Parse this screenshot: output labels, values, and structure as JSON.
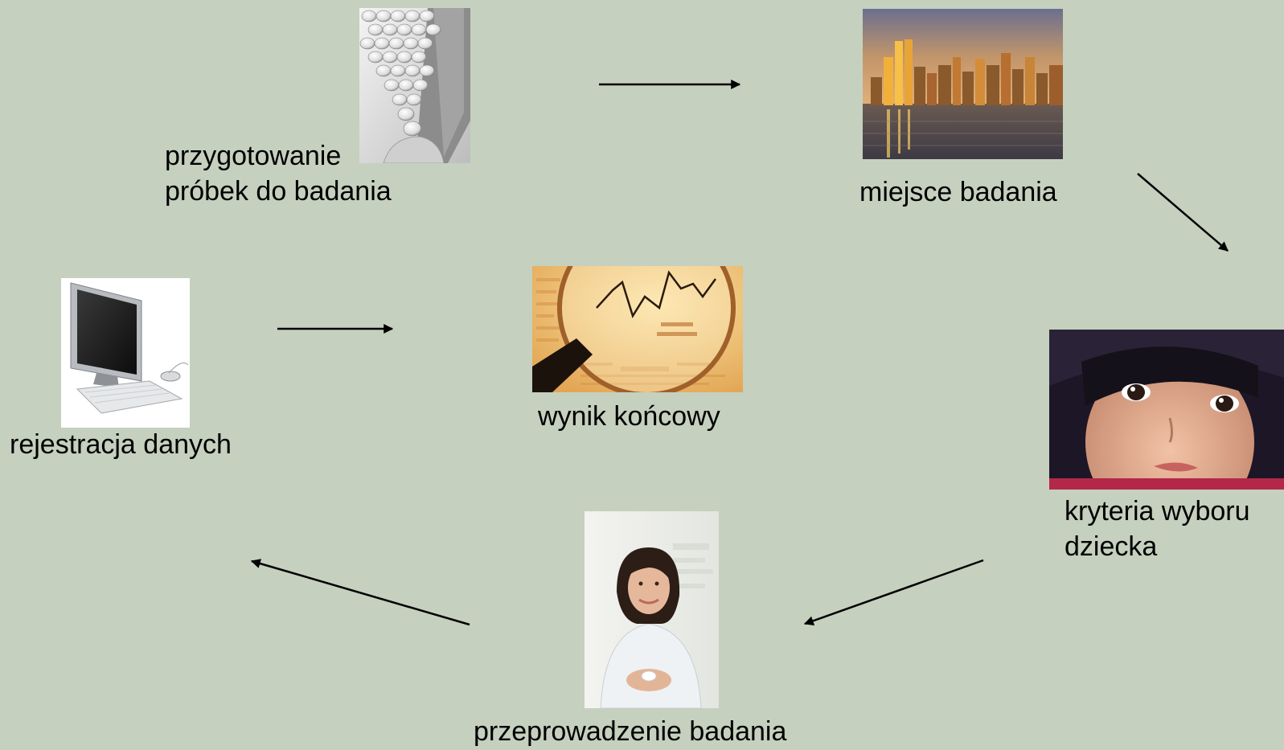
{
  "nodes": {
    "sample_prep": {
      "label_line1": "przygotowanie",
      "label_line2": "próbek do badania",
      "icon": "pills-icon"
    },
    "study_site": {
      "label": "miejsce badania",
      "icon": "city-skyline-icon"
    },
    "selection_criteria": {
      "label_line1": "kryteria wyboru",
      "label_line2": "dziecka",
      "icon": "child-portrait-icon"
    },
    "conduct_study": {
      "label": "przeprowadzenie badania",
      "icon": "doctor-portrait-icon"
    },
    "data_registration": {
      "label": "rejestracja danych",
      "icon": "computer-icon"
    },
    "final_result": {
      "label": "wynik końcowy",
      "icon": "magnifier-chart-icon"
    }
  },
  "flow": [
    {
      "from": "sample_prep",
      "to": "study_site"
    },
    {
      "from": "study_site",
      "to": "selection_criteria"
    },
    {
      "from": "selection_criteria",
      "to": "conduct_study"
    },
    {
      "from": "conduct_study",
      "to": "data_registration"
    },
    {
      "from": "data_registration",
      "to": "final_result"
    }
  ],
  "colors": {
    "background": "#c5d0bf",
    "text": "#000000",
    "arrow": "#000000"
  }
}
